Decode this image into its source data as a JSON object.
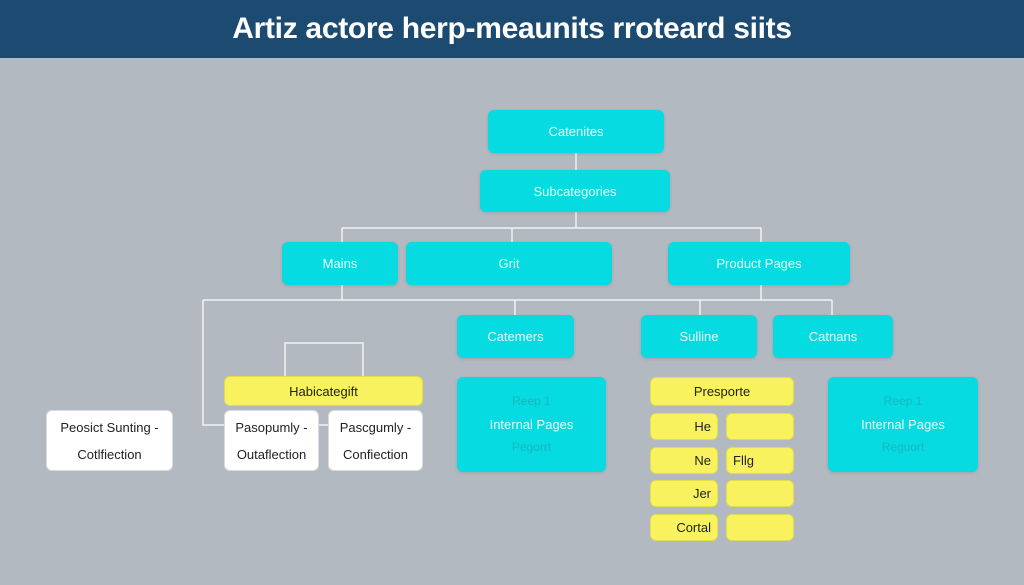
{
  "title": "Artiz actore herp-meaunits rroteard siits",
  "colors": {
    "header": "#1d4a70",
    "background": "#b3b9c0",
    "cyan": "#05dbe0",
    "yellow": "#f7f25e",
    "white": "#ffffff"
  },
  "nodes": {
    "root": "Catenites",
    "subcategories": "Subcategories",
    "mains": "Mains",
    "grit": "Grit",
    "product_pages": "Product Pages",
    "catemers": "Catemers",
    "sulline": "Sulline",
    "catnans": "Catnans",
    "habicategift": "Habicategift",
    "white_boxes": [
      {
        "line1": "Peosict Sunting -",
        "line2": "Cotlfiection"
      },
      {
        "line1": "Pasopumly -",
        "line2": "Outaflection"
      },
      {
        "line1": "Pascgumly -",
        "line2": "Confiection"
      }
    ],
    "internal_left": {
      "line1": "Reep 1",
      "line2": "Internal Pages",
      "line3": "Pegorrt"
    },
    "internal_right": {
      "line1": "Reep 1",
      "line2": "Internal Pages",
      "line3": "Reguort"
    },
    "presporte": "Presporte",
    "grid": [
      [
        "He",
        ""
      ],
      [
        "Ne",
        "Fllg"
      ],
      [
        "Jer",
        ""
      ],
      [
        "Cortal",
        ""
      ]
    ]
  }
}
